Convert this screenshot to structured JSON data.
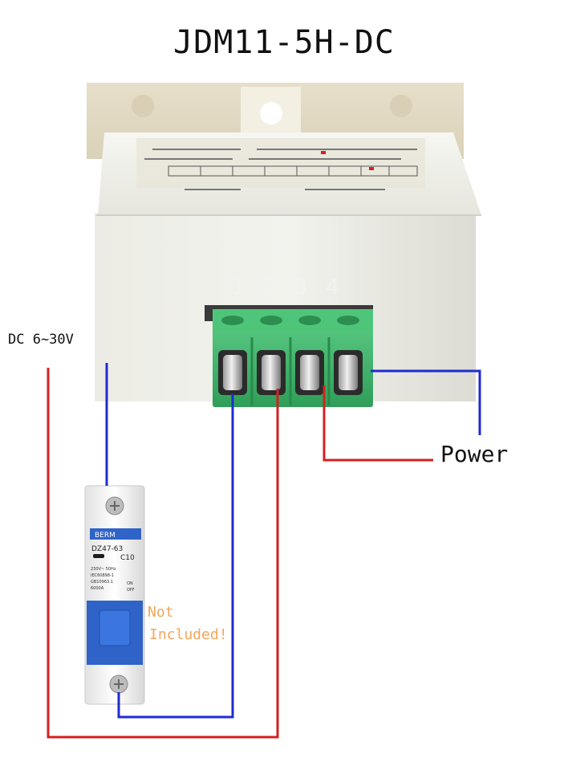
{
  "title": "JDM11-5H-DC",
  "supply_label": "DC 6~30V",
  "power_label": "Power",
  "not_included": {
    "line1": "Not",
    "line2": "Included!"
  },
  "terminal_numbers": [
    "1",
    "2",
    "3",
    "4"
  ],
  "breaker": {
    "brand": "BERM",
    "model": "DZ47-63",
    "rating": "C10",
    "spec_lines": [
      "230V~ 50Hz",
      "IEC60898-1",
      "GB10963.1",
      "6000A"
    ],
    "on_label": "ON",
    "off_label": "OFF"
  },
  "colors": {
    "red_wire": "#d42020",
    "blue_wire": "#1f2bd0",
    "terminal_green": "#3bb86a",
    "housing": "#eeeee6",
    "breaker_blue": "#2f63c8",
    "annotation_orange": "#f2a65c"
  }
}
